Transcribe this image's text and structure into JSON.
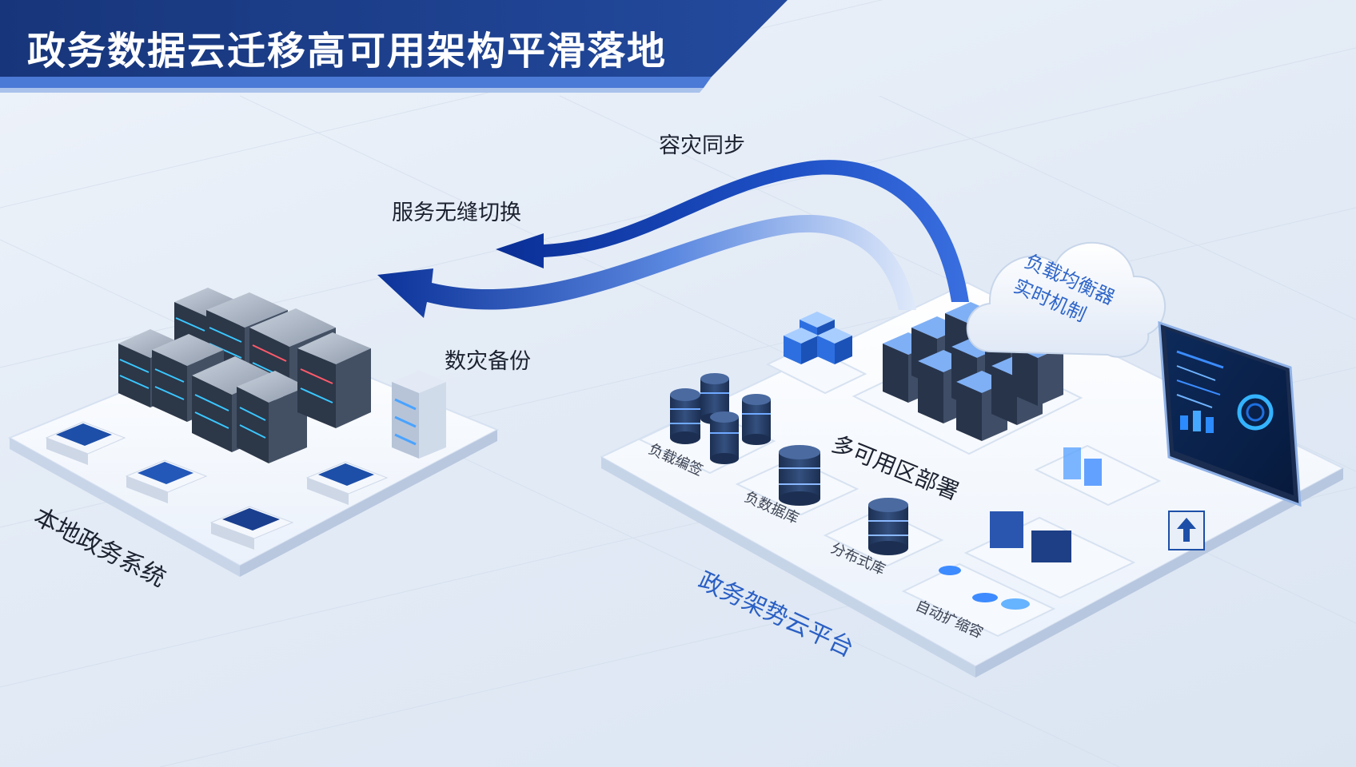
{
  "title": "政务数据云迁移高可用架构平滑落地",
  "flows": {
    "disaster_sync": "容灾同步",
    "seamless_switch": "服务无缝切换",
    "disaster_backup": "数灾备份"
  },
  "local": {
    "label": "本地政务系统"
  },
  "cloud": {
    "platform_label": "政务架势云平台",
    "multi_az": "多可用区部署",
    "load_balancer_cloud": "负载均衡器\n实时机制",
    "node_load": "负载编签",
    "node_db": "负数据库",
    "node_distributed": "分布式库",
    "node_autoscale": "自动扩缩容"
  },
  "colors": {
    "banner_dark": "#1d3f86",
    "banner_light": "#3a67c8",
    "arrow_dark": "#0d3aa8",
    "arrow_light": "#8fb1ef",
    "cloud_text": "#2f66c9",
    "platform_text": "#2a5fc4"
  }
}
